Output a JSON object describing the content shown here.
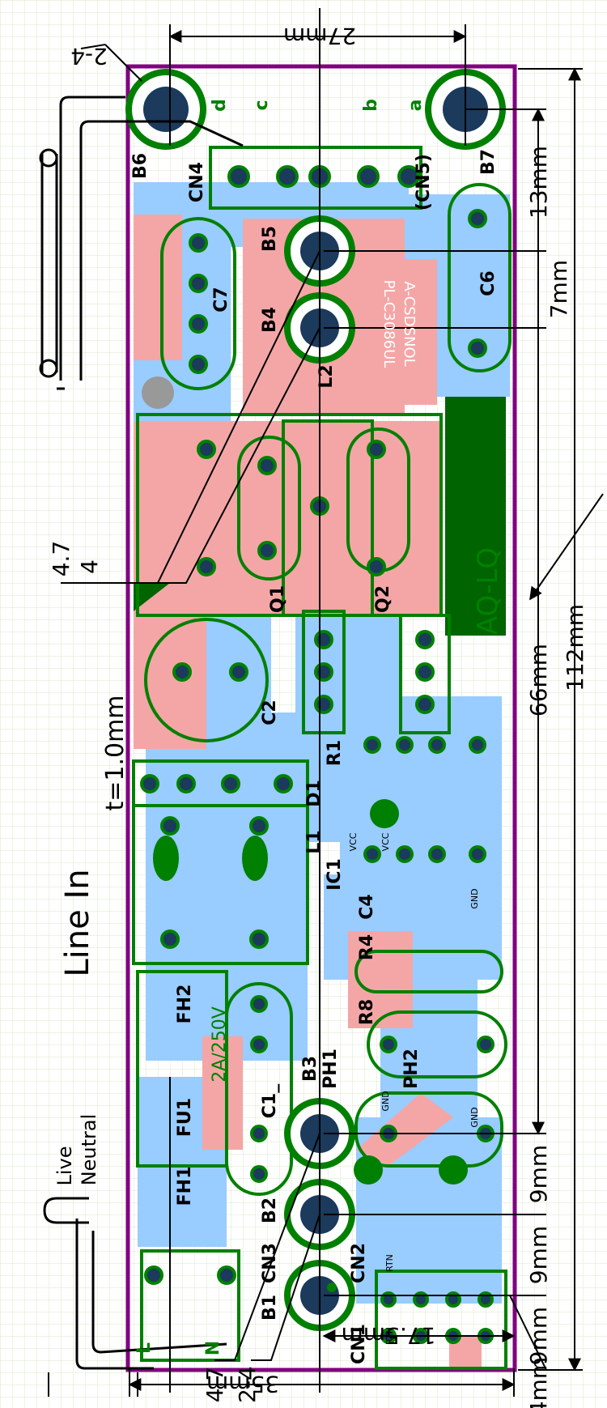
{
  "colors": {
    "grid": "#d9e8c8",
    "board_outline": "#800080",
    "copper_top": "#f4a6a6",
    "copper_bottom": "#99ccff",
    "silk_green": "#008000",
    "pad_dark": "#1b3a5c",
    "heatsink": "#006400"
  },
  "dimensions": {
    "top_width": "27mm",
    "bottom_width": "35mm",
    "bottom_offset": "17.5mm",
    "total_height": "112mm",
    "seg_13": "13mm",
    "seg_7": "7mm",
    "seg_66": "66mm",
    "seg_9a": "9mm",
    "seg_9b": "9mm",
    "seg_9c": "9mm",
    "seg_4": "4mm",
    "hole_4_7_top": "4.7",
    "hole_4": "4",
    "hole_2_4_top": "2-4",
    "hole_4_7_bottom": "4.7",
    "hole_2_4_bottom": "2-4"
  },
  "notes": {
    "thickness": "t=1.0mm",
    "line_in": "Line In",
    "live": "Live",
    "neutral": "Neutral",
    "fuse_rating": "2A/250V",
    "model": "AQ-LQ"
  },
  "components": {
    "B1": "B1",
    "B2": "B2",
    "B3": "B3",
    "B4": "B4",
    "B5": "B5",
    "B6": "B6",
    "B7": "B7",
    "CN1": "CN1",
    "CN2": "CN2",
    "CN3": "CN3",
    "CN4": "CN4",
    "CN5": "(CN5)",
    "C1": "C1_",
    "C2": "C2",
    "C4": "C4",
    "C6": "C6",
    "C7": "C7",
    "Q1": "Q1",
    "Q2": "Q2",
    "R1": "R1",
    "R4": "R4",
    "R8": "R8",
    "D1": "D1",
    "L1": "L1",
    "L2": "L2",
    "IC1": "IC1",
    "PH1": "PH1",
    "PH2": "PH2",
    "FU1": "FU1",
    "FH1": "FH1",
    "FH2": "FH2",
    "board_text_1": "PL-C3086UL",
    "board_text_2": "A-CSDSNOL"
  },
  "pins": {
    "cn_a": "a",
    "cn_b": "b",
    "cn_c": "c",
    "cn_d": "d",
    "rtn1": "RTN",
    "rtn2": "RTN",
    "gnd1": "GND",
    "gnd2": "GND",
    "gnd3": "GND",
    "vcc1": "VCC",
    "vcc2": "VCC",
    "n_left": "N",
    "l_left": "L"
  }
}
